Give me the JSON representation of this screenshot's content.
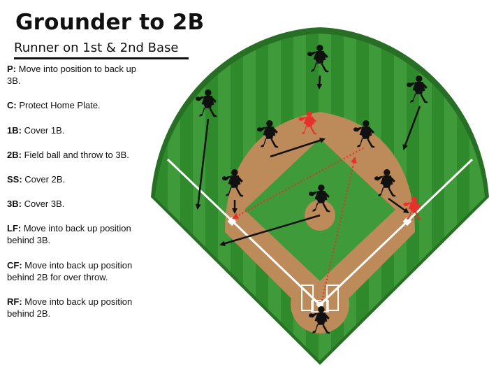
{
  "title": "Grounder to 2B",
  "subtitle": "Runner on 1st & 2nd Base",
  "roles": [
    {
      "pos": "P:",
      "text": "Move into position to back up 3B."
    },
    {
      "pos": "C:",
      "text": "Protect Home Plate."
    },
    {
      "pos": "1B:",
      "text": "Cover 1B."
    },
    {
      "pos": "2B:",
      "text": "Field ball and throw to 3B."
    },
    {
      "pos": "SS:",
      "text": "Cover 2B."
    },
    {
      "pos": "3B:",
      "text": "Cover 3B."
    },
    {
      "pos": "LF:",
      "text": "Move into back up position behind 3B."
    },
    {
      "pos": "CF:",
      "text": "Move into back up position behind 2B for over throw."
    },
    {
      "pos": "RF:",
      "text": "Move into back up position behind 2B."
    }
  ],
  "colors": {
    "grass_dark": "#2e7d2b",
    "grass_light": "#3f9a39",
    "dirt": "#bd8a5a",
    "outline": "#276f24",
    "fielder": "#111111",
    "runner": "#e8302a",
    "arrow": "#111111",
    "throw": "#e8302a"
  }
}
